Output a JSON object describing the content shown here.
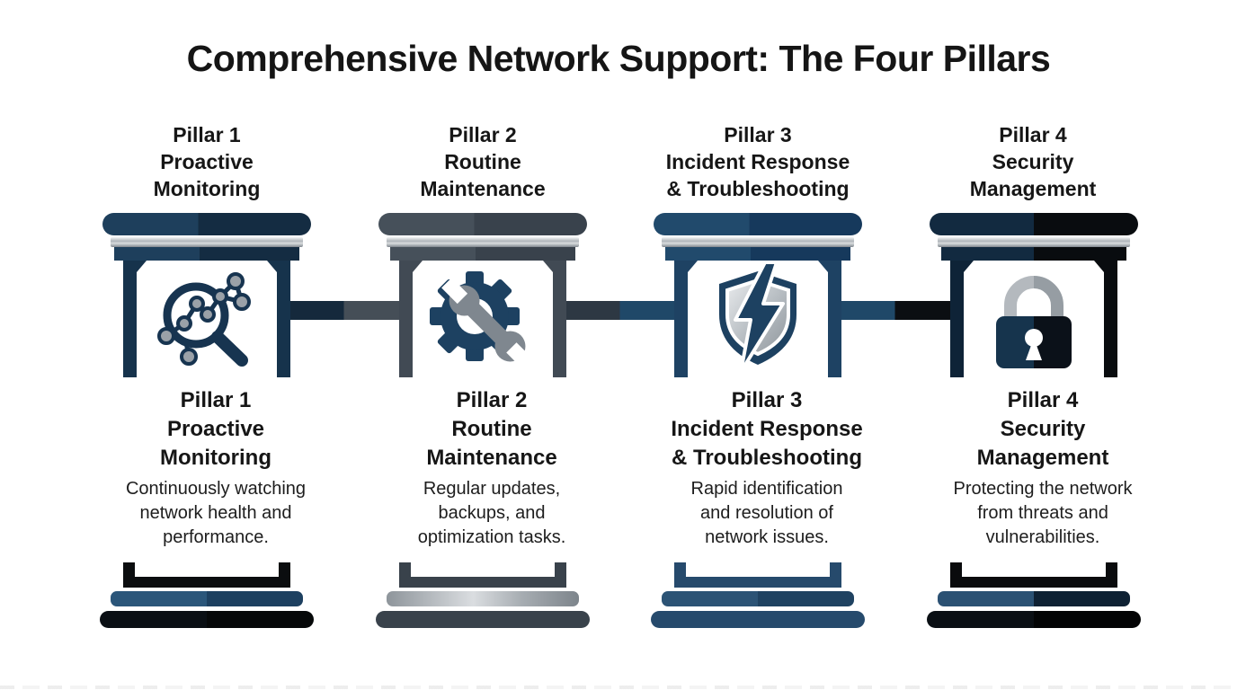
{
  "title": "Comprehensive Network Support: The Four Pillars",
  "pillars": [
    {
      "label": "Pillar 1",
      "name_lines": [
        "Proactive",
        "Monitoring"
      ],
      "desc_lines": [
        "Continuously watching",
        "network health and",
        "performance."
      ],
      "icon": "magnifier-network-icon",
      "accent": "#1e3f5c"
    },
    {
      "label": "Pillar 2",
      "name_lines": [
        "Routine",
        "Maintenance"
      ],
      "desc_lines": [
        "Regular updates,",
        "backups, and",
        "optimization tasks."
      ],
      "icon": "gear-wrench-icon",
      "accent": "#46505a"
    },
    {
      "label": "Pillar 3",
      "name_lines": [
        "Incident Response",
        "& Troubleshooting"
      ],
      "desc_lines": [
        "Rapid identification",
        "and resolution of",
        "network issues."
      ],
      "icon": "shield-lightning-icon",
      "accent": "#214a6c"
    },
    {
      "label": "Pillar 4",
      "name_lines": [
        "Security",
        "Management"
      ],
      "desc_lines": [
        "Protecting the network",
        "from threats and",
        "vulnerabilities."
      ],
      "icon": "padlock-icon",
      "accent": "#122a40"
    }
  ],
  "colors": {
    "background": "#ffffff",
    "text": "#1a1a1a",
    "navy": "#1e3f5c",
    "slate": "#46505a",
    "steel_blue": "#214a6c",
    "near_black": "#0a0d10",
    "silver": "#b9bfc4"
  }
}
